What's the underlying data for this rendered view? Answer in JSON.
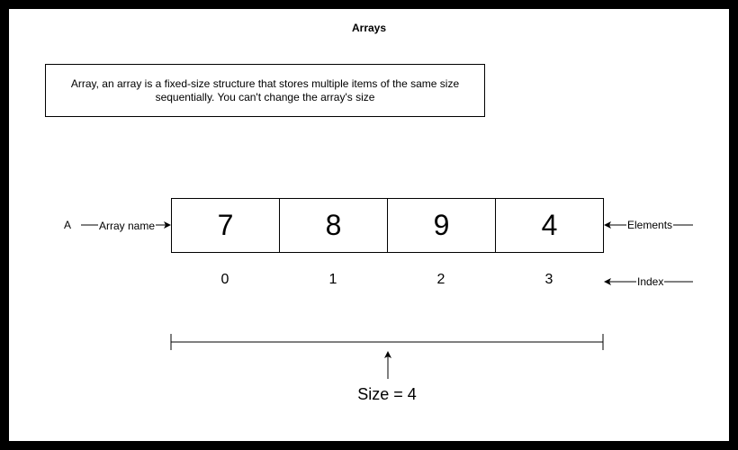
{
  "title": "Arrays",
  "description": "Array, an array is a fixed-size structure that stores multiple items of the same size sequentially. You can't change the array's size",
  "array": {
    "name": "A",
    "elements": [
      "7",
      "8",
      "9",
      "4"
    ],
    "indices": [
      "0",
      "1",
      "2",
      "3"
    ]
  },
  "labels": {
    "array_name": "Array name",
    "elements": "Elements",
    "index": "Index"
  },
  "size_label": "Size = 4"
}
